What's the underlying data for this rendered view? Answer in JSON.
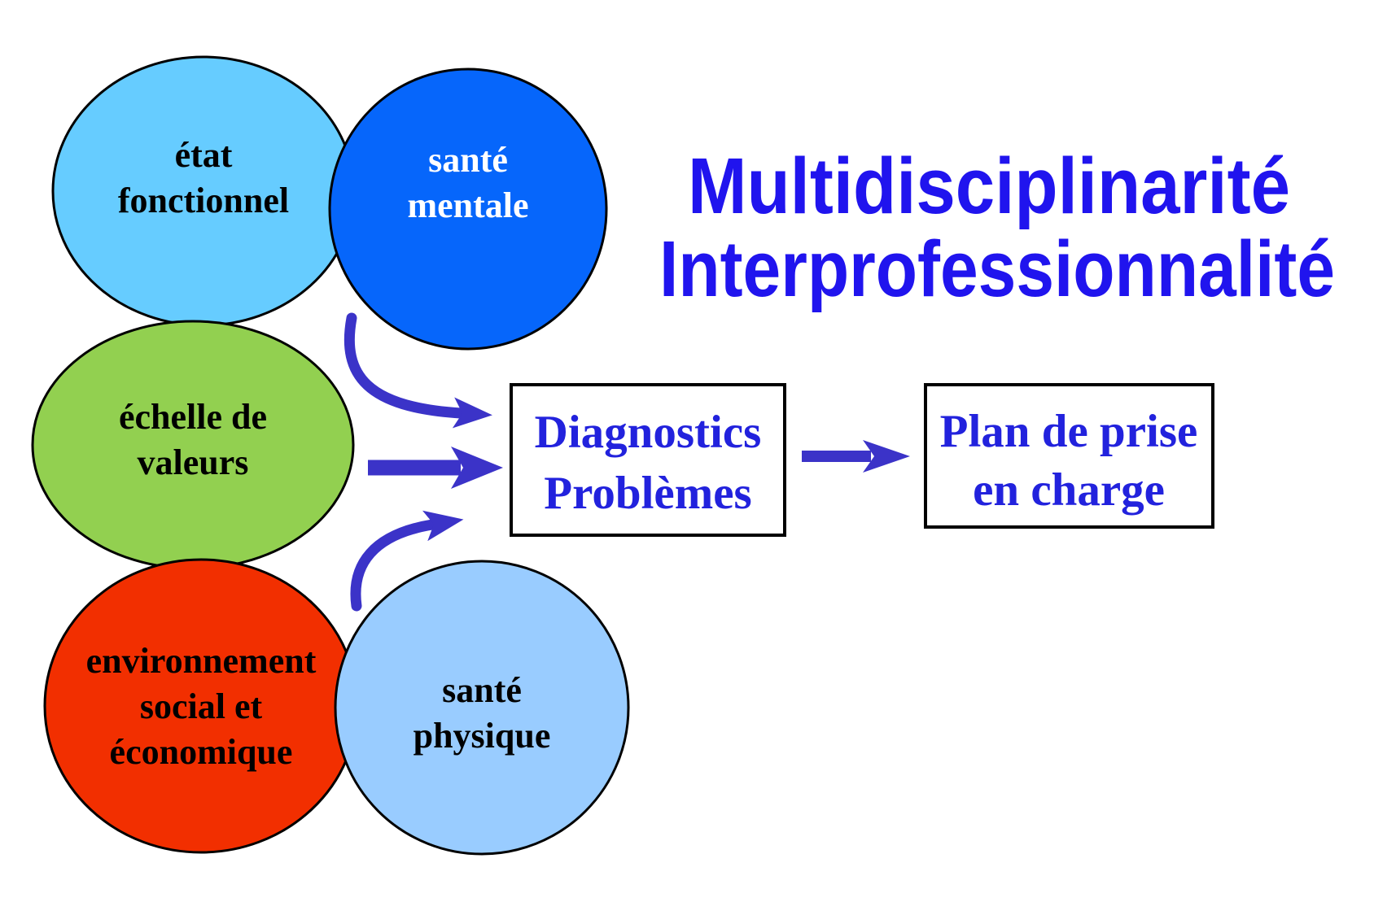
{
  "title": {
    "line1": "Multidisciplinarité",
    "line2": "Interprofessionnalité",
    "color": "#2014EE"
  },
  "circles": [
    {
      "name": "etat-fonctionnel",
      "lines": [
        "état",
        "fonctionnel"
      ],
      "fill": "#66CCFF",
      "text_color": "#000000"
    },
    {
      "name": "sante-mentale",
      "lines": [
        "santé",
        "mentale"
      ],
      "fill": "#0666FB",
      "text_color": "#FFFFFF"
    },
    {
      "name": "echelle-de-valeurs",
      "lines": [
        "échelle de",
        "valeurs"
      ],
      "fill": "#92D050",
      "text_color": "#000000"
    },
    {
      "name": "environnement-social-economique",
      "lines": [
        "environnement",
        "social et",
        "économique"
      ],
      "fill": "#F22F00",
      "text_color": "#000000"
    },
    {
      "name": "sante-physique",
      "lines": [
        "santé",
        "physique"
      ],
      "fill": "#99CCFF",
      "text_color": "#000000"
    }
  ],
  "boxes": [
    {
      "name": "diagnostics-problemes",
      "lines": [
        "Diagnostics",
        "Problèmes"
      ],
      "fill": "#FFFFFF",
      "text_color": "#2222DD"
    },
    {
      "name": "plan-de-prise-en-charge",
      "lines": [
        "Plan de prise",
        "en charge"
      ],
      "fill": "#FFFFFF",
      "text_color": "#2222DD"
    }
  ],
  "arrows": {
    "color": "#3B33C8"
  }
}
